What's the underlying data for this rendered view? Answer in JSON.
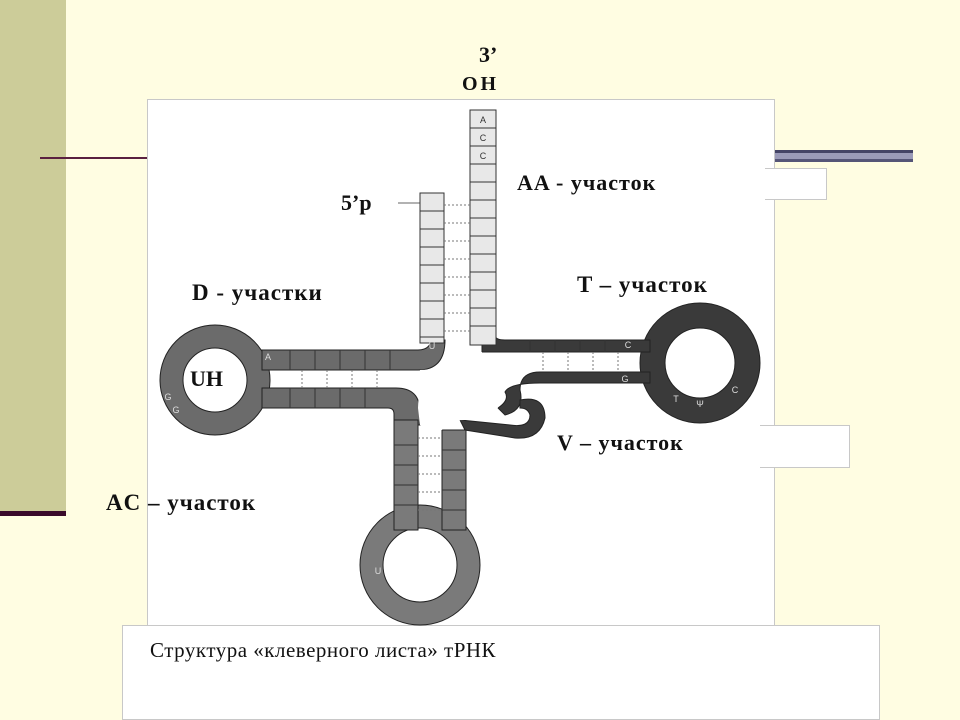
{
  "labels": {
    "three_prime": "3’",
    "oh": "OH",
    "five_prime": "5’p",
    "aa": "AA - участок",
    "d": "D - участки",
    "t": "T –  участок",
    "uh": "UH",
    "v": "V – участок",
    "ac": "AC –  участок"
  },
  "caption": "Структура «клеверного листа» тРНК",
  "bases": {
    "acceptor": [
      "A",
      "C",
      "C"
    ],
    "d_arm": [
      "A",
      "U",
      "G",
      "G"
    ],
    "t_arm": [
      "C",
      "G",
      "T",
      "Ψ",
      "C"
    ],
    "ac_loop": [
      "U"
    ]
  },
  "colors": {
    "background": "#fffde2",
    "side_bar": "#cccc99",
    "d_loop": "#6b6b6b",
    "t_arm": "#3a3a3a",
    "ac_arm": "#7a7a7a",
    "acceptor": "#e8e8e8"
  }
}
